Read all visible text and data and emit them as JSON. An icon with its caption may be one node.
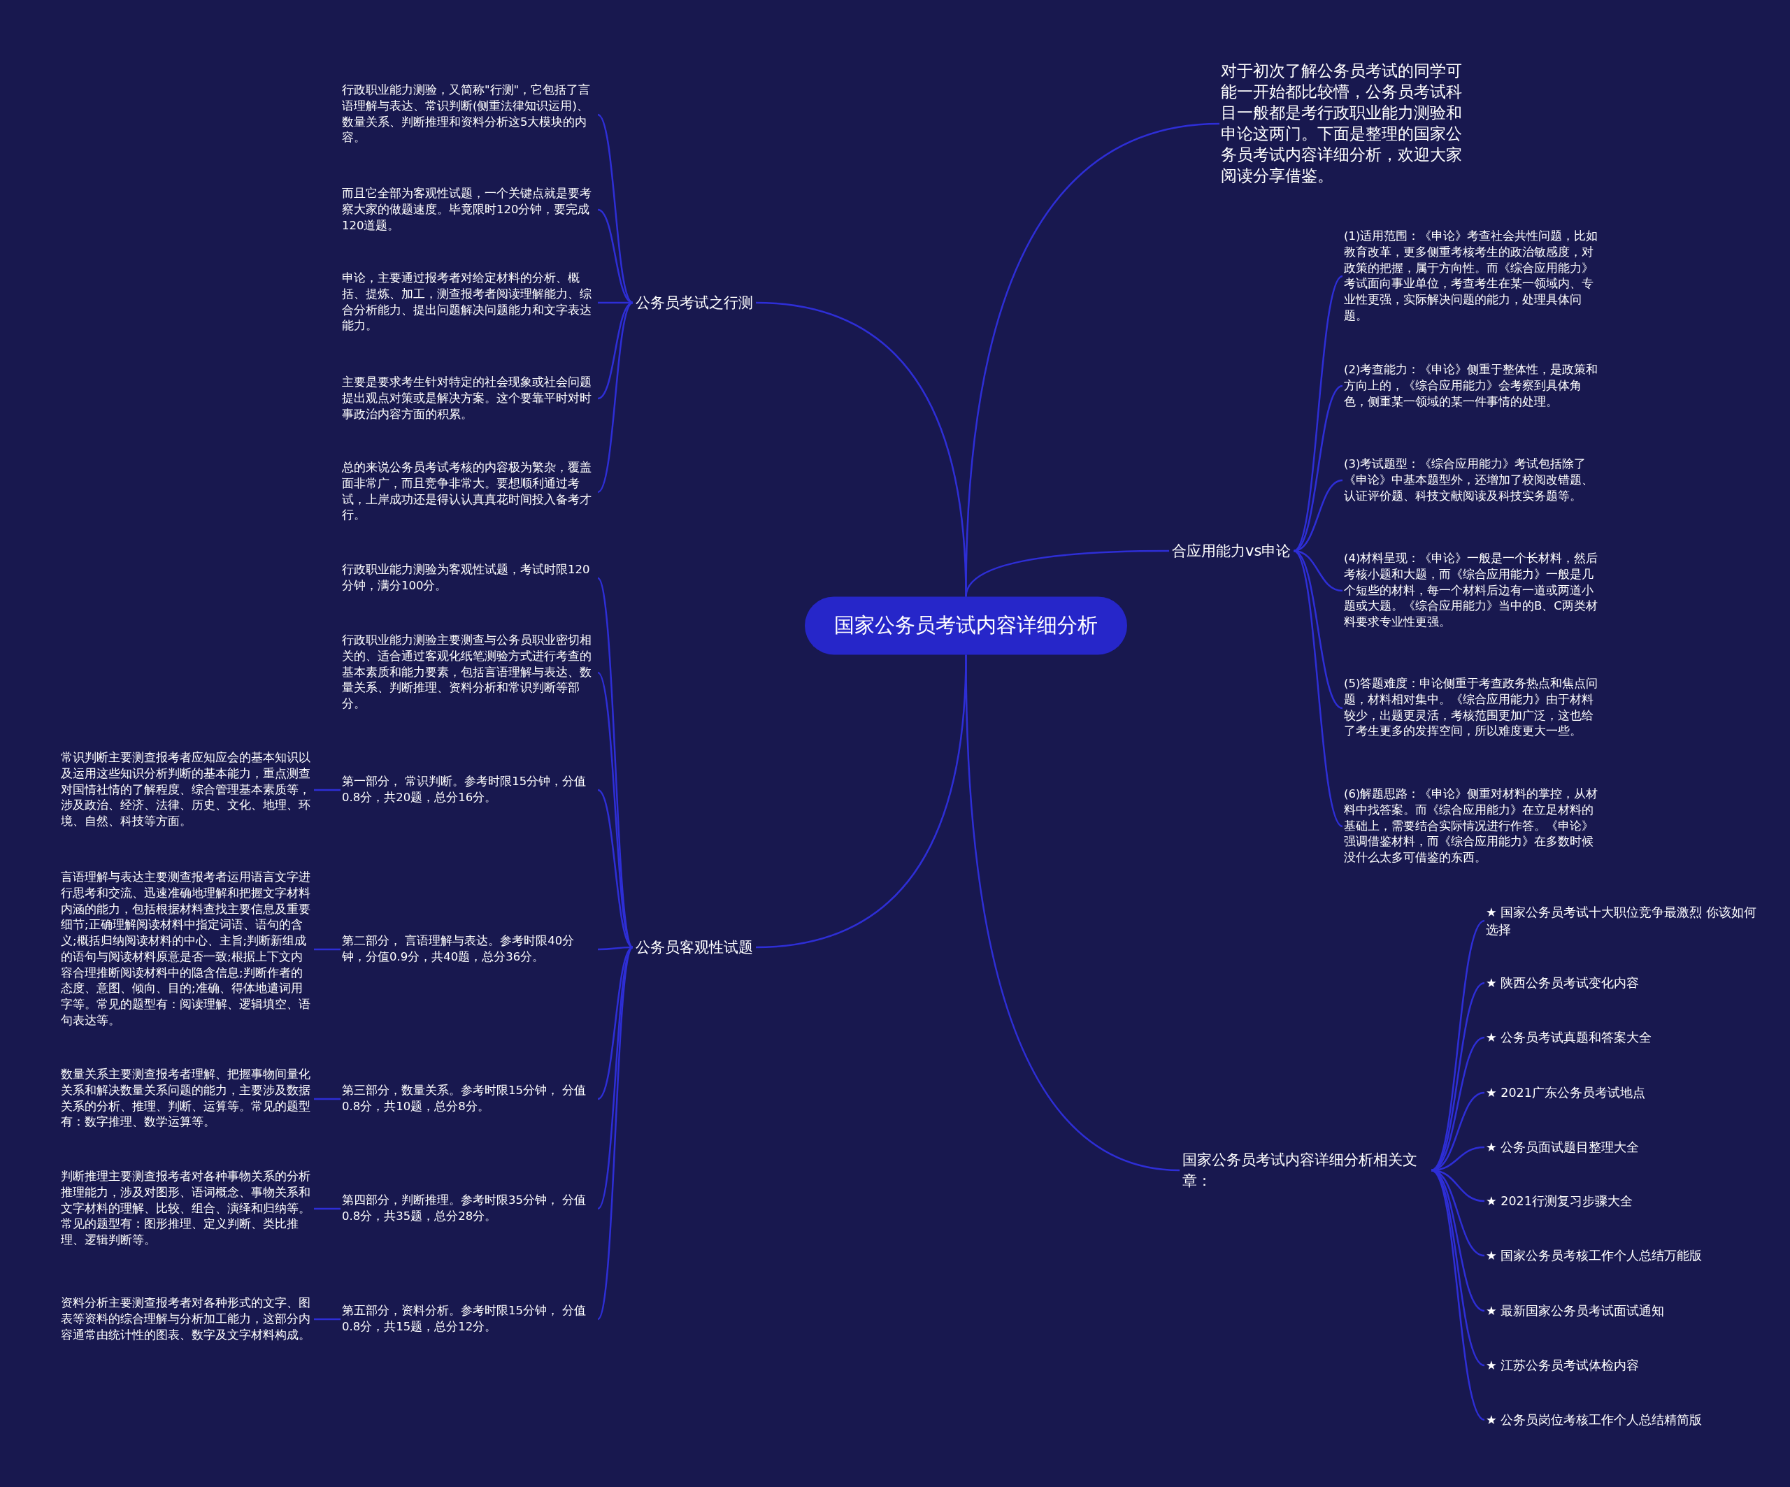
{
  "diagram": {
    "nodes": [
      {
        "text": [
          "国家公务员考试内容详细分析"
        ]
      },
      {
        "text": [
          "对于初次了解公务员考试的同学可能一开始都比较懵，公务员考试科目一般都是考行政职业能力测验和申论这两门。下面是整理的国家公务员考试内容详细分析，欢迎大家阅读分享借鉴。"
        ]
      },
      {
        "text": [
          "公务员考试之行测"
        ]
      },
      {
        "text": [
          "行政职业能力测验，又简称\"行测\"，它包括了言语理解与表达、常识判断(侧重法律知识运用)、数量关系、判断推理和资料分析这5大模块的内容。"
        ]
      },
      {
        "text": [
          "而且它全部为客观性试题，一个关键点就是要考察大家的做题速度。毕竟限时120分钟，要完成120道题。"
        ]
      },
      {
        "text": [
          "申论，主要通过报考者对给定材料的分析、概括、提炼、加工，测查报考者阅读理解能力、综合分析能力、提出问题解决问题能力和文字表达能力。"
        ]
      },
      {
        "text": [
          "主要是要求考生针对特定的社会现象或社会问题提出观点对策或是解决方案。这个要靠平时对时事政治内容方面的积累。"
        ]
      },
      {
        "text": [
          "总的来说公务员考试考核的内容极为繁杂，覆盖面非常广，而且竞争非常大。要想顺利通过考试，上岸成功还是得认认真真花时间投入备考才行。"
        ]
      },
      {
        "text": [
          "公务员客观性试题"
        ]
      },
      {
        "text": [
          "行政职业能力测验为客观性试题，考试时限120分钟，满分100分。"
        ]
      },
      {
        "text": [
          "行政职业能力测验主要测查与公务员职业密切相关的、适合通过客观化纸笔测验方式进行考查的基本素质和能力要素，包括言语理解与表达、数量关系、判断推理、资料分析和常识判断等部分。"
        ]
      },
      {
        "text": [
          "第一部分， 常识判断。参考时限15分钟，分值0.8分，共20题，总分16分。"
        ]
      },
      {
        "text": [
          "第二部分， 言语理解与表达。参考时限40分钟，分值0.9分，共40题，总分36分。"
        ]
      },
      {
        "text": [
          "第三部分，数量关系。参考时限15分钟， 分值0.8分，共10题，总分8分。"
        ]
      },
      {
        "text": [
          "第四部分，判断推理。参考时限35分钟， 分值0.8分，共35题，总分28分。"
        ]
      },
      {
        "text": [
          "第五部分，资料分析。参考时限15分钟， 分值0.8分，共15题，总分12分。"
        ]
      },
      {
        "text": [
          "常识判断主要测查报考者应知应会的基本知识以及运用这些知识分析判断的基本能力，重点测查对国情社情的了解程度、综合管理基本素质等，涉及政治、经济、法律、历史、文化、地理、环境、自然、科技等方面。"
        ]
      },
      {
        "text": [
          "言语理解与表达主要测查报考者运用语言文字进行思考和交流、迅速准确地理解和把握文字材料内涵的能力，包括根据材料查找主要信息及重要细节;正确理解阅读材料中指定词语、语句的含义;概括归纳阅读材料的中心、主旨;判断新组成的语句与阅读材料原意是否一致;根据上下文内容合理推断阅读材料中的隐含信息;判断作者的态度、意图、倾向、目的;准确、得体地遣词用字等。常见的题型有：阅读理解、逻辑填空、语句表达等。"
        ]
      },
      {
        "text": [
          "数量关系主要测查报考者理解、把握事物间量化关系和解决数量关系问题的能力，主要涉及数据关系的分析、推理、判断、运算等。常见的题型有：数字推理、数学运算等。"
        ]
      },
      {
        "text": [
          "判断推理主要测查报考者对各种事物关系的分析推理能力，涉及对图形、语词概念、事物关系和文字材料的理解、比较、组合、演绎和归纳等。常见的题型有：图形推理、定义判断、类比推理、逻辑判断等。"
        ]
      },
      {
        "text": [
          "资料分析主要测查报考者对各种形式的文字、图表等资料的综合理解与分析加工能力，这部分内容通常由统计性的图表、数字及文字材料构成。"
        ]
      },
      {
        "text": [
          "合应用能力vs申论"
        ]
      },
      {
        "text": [
          "(1)适用范围：《申论》考查社会共性问题，比如教育改革，更多侧重考核考生的政治敏感度，对政策的把握，属于方向性。而《综合应用能力》考试面向事业单位，考查考生在某一领域内、专业性更强，实际解决问题的能力，处理具体问题。"
        ]
      },
      {
        "text": [
          "(2)考查能力：《申论》侧重于整体性，是政策和方向上的，《综合应用能力》会考察到具体角色，侧重某一领域的某一件事情的处理。"
        ]
      },
      {
        "text": [
          "(3)考试题型：《综合应用能力》考试包括除了《申论》中基本题型外，还增加了校阅改错题、认证评价题、科技文献阅读及科技实务题等。"
        ]
      },
      {
        "text": [
          "(4)材料呈现：《申论》一般是一个长材料，然后考核小题和大题，而《综合应用能力》一般是几个短些的材料，每一个材料后边有一道或两道小题或大题。《综合应用能力》当中的B、C两类材料要求专业性更强。"
        ]
      },
      {
        "text": [
          "(5)答题难度：申论侧重于考查政务热点和焦点问题，材料相对集中。《综合应用能力》由于材料较少，出题更灵活，考核范围更加广泛，这也给了考生更多的发挥空间，所以难度更大一些。"
        ]
      },
      {
        "text": [
          "(6)解题思路：《申论》侧重对材料的掌控，从材料中找答案。而《综合应用能力》在立足材料的基础上，需要结合实际情况进行作答。《申论》强调借鉴材料，而《综合应用能力》在多数时候没什么太多可借鉴的东西。"
        ]
      },
      {
        "text": [
          "国家公务员考试内容详细分析相关文章："
        ]
      },
      {
        "text": [
          "★ 国家公务员考试十大职位竞争最激烈 你该如何选择"
        ]
      },
      {
        "text": [
          "★ 陕西公务员考试变化内容"
        ]
      },
      {
        "text": [
          "★ 公务员考试真题和答案大全"
        ]
      },
      {
        "text": [
          "★ 2021广东公务员考试地点"
        ]
      },
      {
        "text": [
          "★ 公务员面试题目整理大全"
        ]
      },
      {
        "text": [
          "★ 2021行测复习步骤大全"
        ]
      },
      {
        "text": [
          "★ 国家公务员考核工作个人总结万能版"
        ]
      },
      {
        "text": [
          "★ 最新国家公务员考试面试通知"
        ]
      },
      {
        "text": [
          "★ 江苏公务员考试体检内容"
        ]
      },
      {
        "text": [
          "★ 公务员岗位考核工作个人总结精简版"
        ]
      }
    ],
    "edges": [
      {
        "from": 0,
        "to": 1,
        "arrow": "none"
      },
      {
        "from": 0,
        "to": 2,
        "arrow": "none"
      },
      {
        "from": 2,
        "to": 3,
        "arrow": "none"
      },
      {
        "from": 2,
        "to": 4,
        "arrow": "none"
      },
      {
        "from": 2,
        "to": 5,
        "arrow": "none"
      },
      {
        "from": 2,
        "to": 6,
        "arrow": "none"
      },
      {
        "from": 2,
        "to": 7,
        "arrow": "none"
      },
      {
        "from": 0,
        "to": 8,
        "arrow": "none"
      },
      {
        "from": 8,
        "to": 9,
        "arrow": "none"
      },
      {
        "from": 8,
        "to": 10,
        "arrow": "none"
      },
      {
        "from": 8,
        "to": 11,
        "arrow": "none"
      },
      {
        "from": 8,
        "to": 12,
        "arrow": "none"
      },
      {
        "from": 8,
        "to": 13,
        "arrow": "none"
      },
      {
        "from": 8,
        "to": 14,
        "arrow": "none"
      },
      {
        "from": 8,
        "to": 15,
        "arrow": "none"
      },
      {
        "from": 11,
        "to": 16,
        "arrow": "none"
      },
      {
        "from": 12,
        "to": 17,
        "arrow": "none"
      },
      {
        "from": 13,
        "to": 18,
        "arrow": "none"
      },
      {
        "from": 14,
        "to": 19,
        "arrow": "none"
      },
      {
        "from": 15,
        "to": 20,
        "arrow": "none"
      },
      {
        "from": 0,
        "to": 21,
        "arrow": "none"
      },
      {
        "from": 21,
        "to": 22,
        "arrow": "none"
      },
      {
        "from": 21,
        "to": 23,
        "arrow": "none"
      },
      {
        "from": 21,
        "to": 24,
        "arrow": "none"
      },
      {
        "from": 21,
        "to": 25,
        "arrow": "none"
      },
      {
        "from": 21,
        "to": 26,
        "arrow": "none"
      },
      {
        "from": 21,
        "to": 27,
        "arrow": "none"
      },
      {
        "from": 0,
        "to": 28,
        "arrow": "none"
      },
      {
        "from": 28,
        "to": 29,
        "arrow": "none"
      },
      {
        "from": 28,
        "to": 30,
        "arrow": "none"
      },
      {
        "from": 28,
        "to": 31,
        "arrow": "none"
      },
      {
        "from": 28,
        "to": 32,
        "arrow": "none"
      },
      {
        "from": 28,
        "to": 33,
        "arrow": "none"
      },
      {
        "from": 28,
        "to": 34,
        "arrow": "none"
      },
      {
        "from": 28,
        "to": 35,
        "arrow": "none"
      },
      {
        "from": 28,
        "to": 36,
        "arrow": "none"
      },
      {
        "from": 28,
        "to": 37,
        "arrow": "none"
      },
      {
        "from": 28,
        "to": 38,
        "arrow": "none"
      }
    ]
  }
}
